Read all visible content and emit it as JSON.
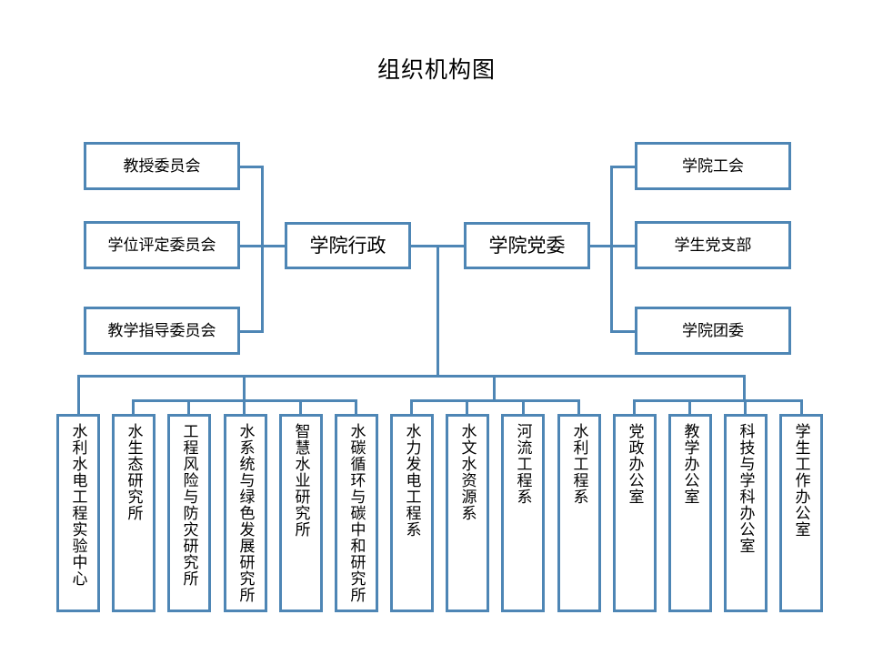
{
  "chart": {
    "title": "组织机构图",
    "type": "org-chart",
    "accent_color": "#4E86B5",
    "background_color": "#FFFFFF",
    "text_color": "#000000"
  },
  "nodes": {
    "center": [
      {
        "id": "admin",
        "label": "学院行政"
      },
      {
        "id": "party",
        "label": "学院党委"
      }
    ],
    "left_committees": [
      {
        "id": "prof-committee",
        "label": "教授委员会"
      },
      {
        "id": "degree-committee",
        "label": "学位评定委员会"
      },
      {
        "id": "teaching-committee",
        "label": "教学指导委员会"
      }
    ],
    "right_party_units": [
      {
        "id": "union",
        "label": "学院工会"
      },
      {
        "id": "student-party-branch",
        "label": "学生党支部"
      },
      {
        "id": "youth-league",
        "label": "学院团委"
      }
    ],
    "bottom_units": [
      {
        "id": "hydro-lab-center",
        "label": "水利水电工程实验中心",
        "group": "research"
      },
      {
        "id": "aquatic-ecology-inst",
        "label": "水生态研究所",
        "group": "research"
      },
      {
        "id": "eng-risk-inst",
        "label": "工程风险与防灾研究所",
        "group": "research"
      },
      {
        "id": "water-system-green-inst",
        "label": "水系统与绿色发展研究所",
        "group": "research"
      },
      {
        "id": "smart-water-inst",
        "label": "智慧水业研究所",
        "group": "research"
      },
      {
        "id": "water-carbon-inst",
        "label": "水碳循环与碳中和研究所",
        "group": "research"
      },
      {
        "id": "hydropower-dept",
        "label": "水力发电工程系",
        "group": "departments"
      },
      {
        "id": "hydrology-dept",
        "label": "水文水资源系",
        "group": "departments"
      },
      {
        "id": "river-eng-dept",
        "label": "河流工程系",
        "group": "departments"
      },
      {
        "id": "water-eng-dept",
        "label": "水利工程系",
        "group": "departments"
      },
      {
        "id": "party-admin-office",
        "label": "党政办公室",
        "group": "offices"
      },
      {
        "id": "teaching-office",
        "label": "教学办公室",
        "group": "offices"
      },
      {
        "id": "sci-tech-office",
        "label": "科技与学科办公室",
        "group": "offices"
      },
      {
        "id": "student-affairs-office",
        "label": "学生工作办公室",
        "group": "offices"
      }
    ]
  },
  "chart_data": {
    "type": "diagram",
    "title": "组织机构图",
    "root": "学院",
    "relations": [
      {
        "parent": "学院行政",
        "children": [
          "教授委员会",
          "学位评定委员会",
          "教学指导委员会"
        ]
      },
      {
        "parent": "学院党委",
        "children": [
          "学院工会",
          "学生党支部",
          "学院团委"
        ]
      },
      {
        "parent": "学院行政/学院党委",
        "children": [
          "水利水电工程实验中心",
          "水生态研究所",
          "工程风险与防灾研究所",
          "水系统与绿色发展研究所",
          "智慧水业研究所",
          "水碳循环与碳中和研究所",
          "水力发电工程系",
          "水文水资源系",
          "河流工程系",
          "水利工程系",
          "党政办公室",
          "教学办公室",
          "科技与学科办公室",
          "学生工作办公室"
        ]
      }
    ]
  }
}
